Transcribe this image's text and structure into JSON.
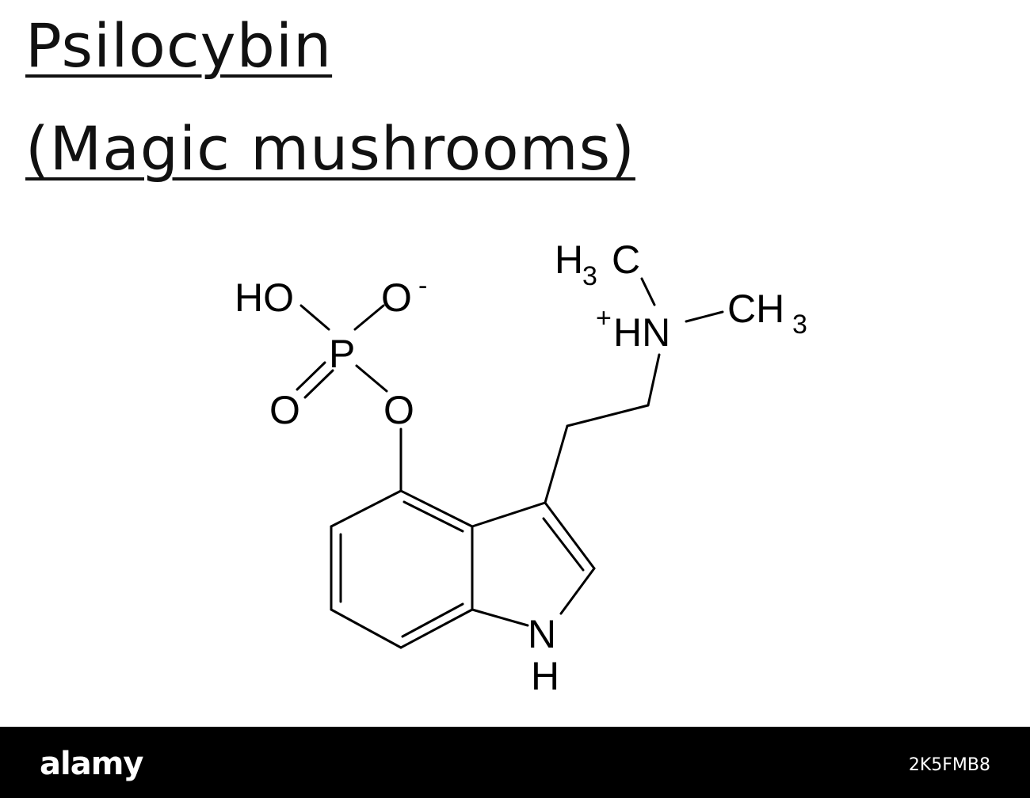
{
  "title": {
    "line1": "Psilocybin",
    "line2": "(Magic mushrooms)"
  },
  "molecule": {
    "atoms": {
      "ho": "HO",
      "o_minus": "O",
      "o_minus_charge": "-",
      "phosphorus": "P",
      "o_double": "O",
      "o_ester": "O",
      "h3c_h": "H",
      "h3c_sub": "3",
      "h3c_c": "C",
      "plus_charge": "+",
      "hn": "HN",
      "ch3_ch": "CH",
      "ch3_sub": "3",
      "ring_n": "N",
      "ring_h": "H"
    }
  },
  "footer": {
    "brand": "alamy",
    "image_id": "2K5FMB8",
    "bg_color": "#000000",
    "fg_color": "#ffffff"
  }
}
